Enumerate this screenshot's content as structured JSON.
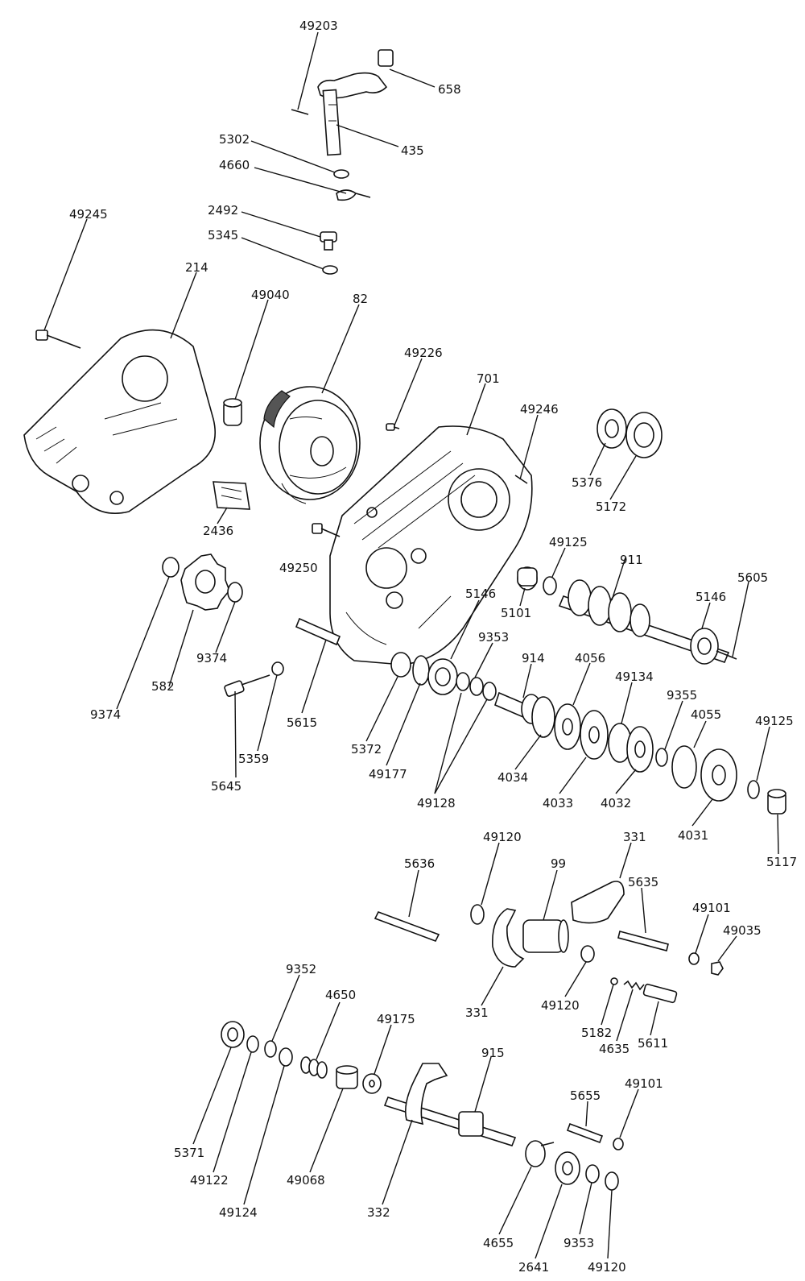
{
  "diagram": {
    "labels": [
      "49203",
      "658",
      "435",
      "5302",
      "4660",
      "2492",
      "5345",
      "49245",
      "214",
      "49040",
      "82",
      "49226",
      "701",
      "49246",
      "5376",
      "5172",
      "2436",
      "49250",
      "49125",
      "911",
      "5146",
      "5605",
      "582",
      "9374",
      "9374",
      "5101",
      "5146",
      "9353",
      "914",
      "4056",
      "49134",
      "9355",
      "4055",
      "49125",
      "5645",
      "5359",
      "5615",
      "5372",
      "49177",
      "49128",
      "4034",
      "4033",
      "4032",
      "4031",
      "5117",
      "5636",
      "49120",
      "99",
      "331",
      "5635",
      "49101",
      "49035",
      "331",
      "49120",
      "5182",
      "4635",
      "5611",
      "9352",
      "4650",
      "49175",
      "915",
      "5655",
      "49101",
      "5371",
      "49122",
      "49124",
      "49068",
      "332",
      "4655",
      "2641",
      "9353",
      "49120"
    ]
  }
}
